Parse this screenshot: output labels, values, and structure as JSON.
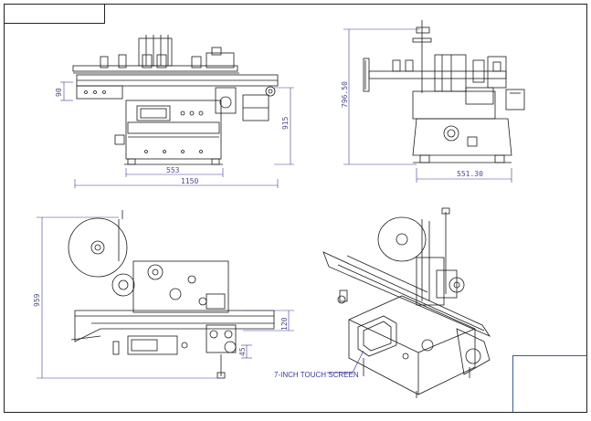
{
  "sheet": {
    "background": "#ffffff",
    "line_color": "#1a1a1a",
    "dimension_color": "#3a3a9a"
  },
  "front_view": {
    "dim_overall_width": "1150",
    "dim_base_width": "553",
    "dim_table_height": "915",
    "dim_conveyor_height": "90"
  },
  "side_view": {
    "dim_height": "796.50",
    "dim_base_width": "551.30"
  },
  "top_view": {
    "dim_depth": "959",
    "dim_conveyor_width": "120",
    "dim_small": "45"
  },
  "isometric_view": {
    "callout_label": "7-INCH TOUCH SCREEN"
  }
}
